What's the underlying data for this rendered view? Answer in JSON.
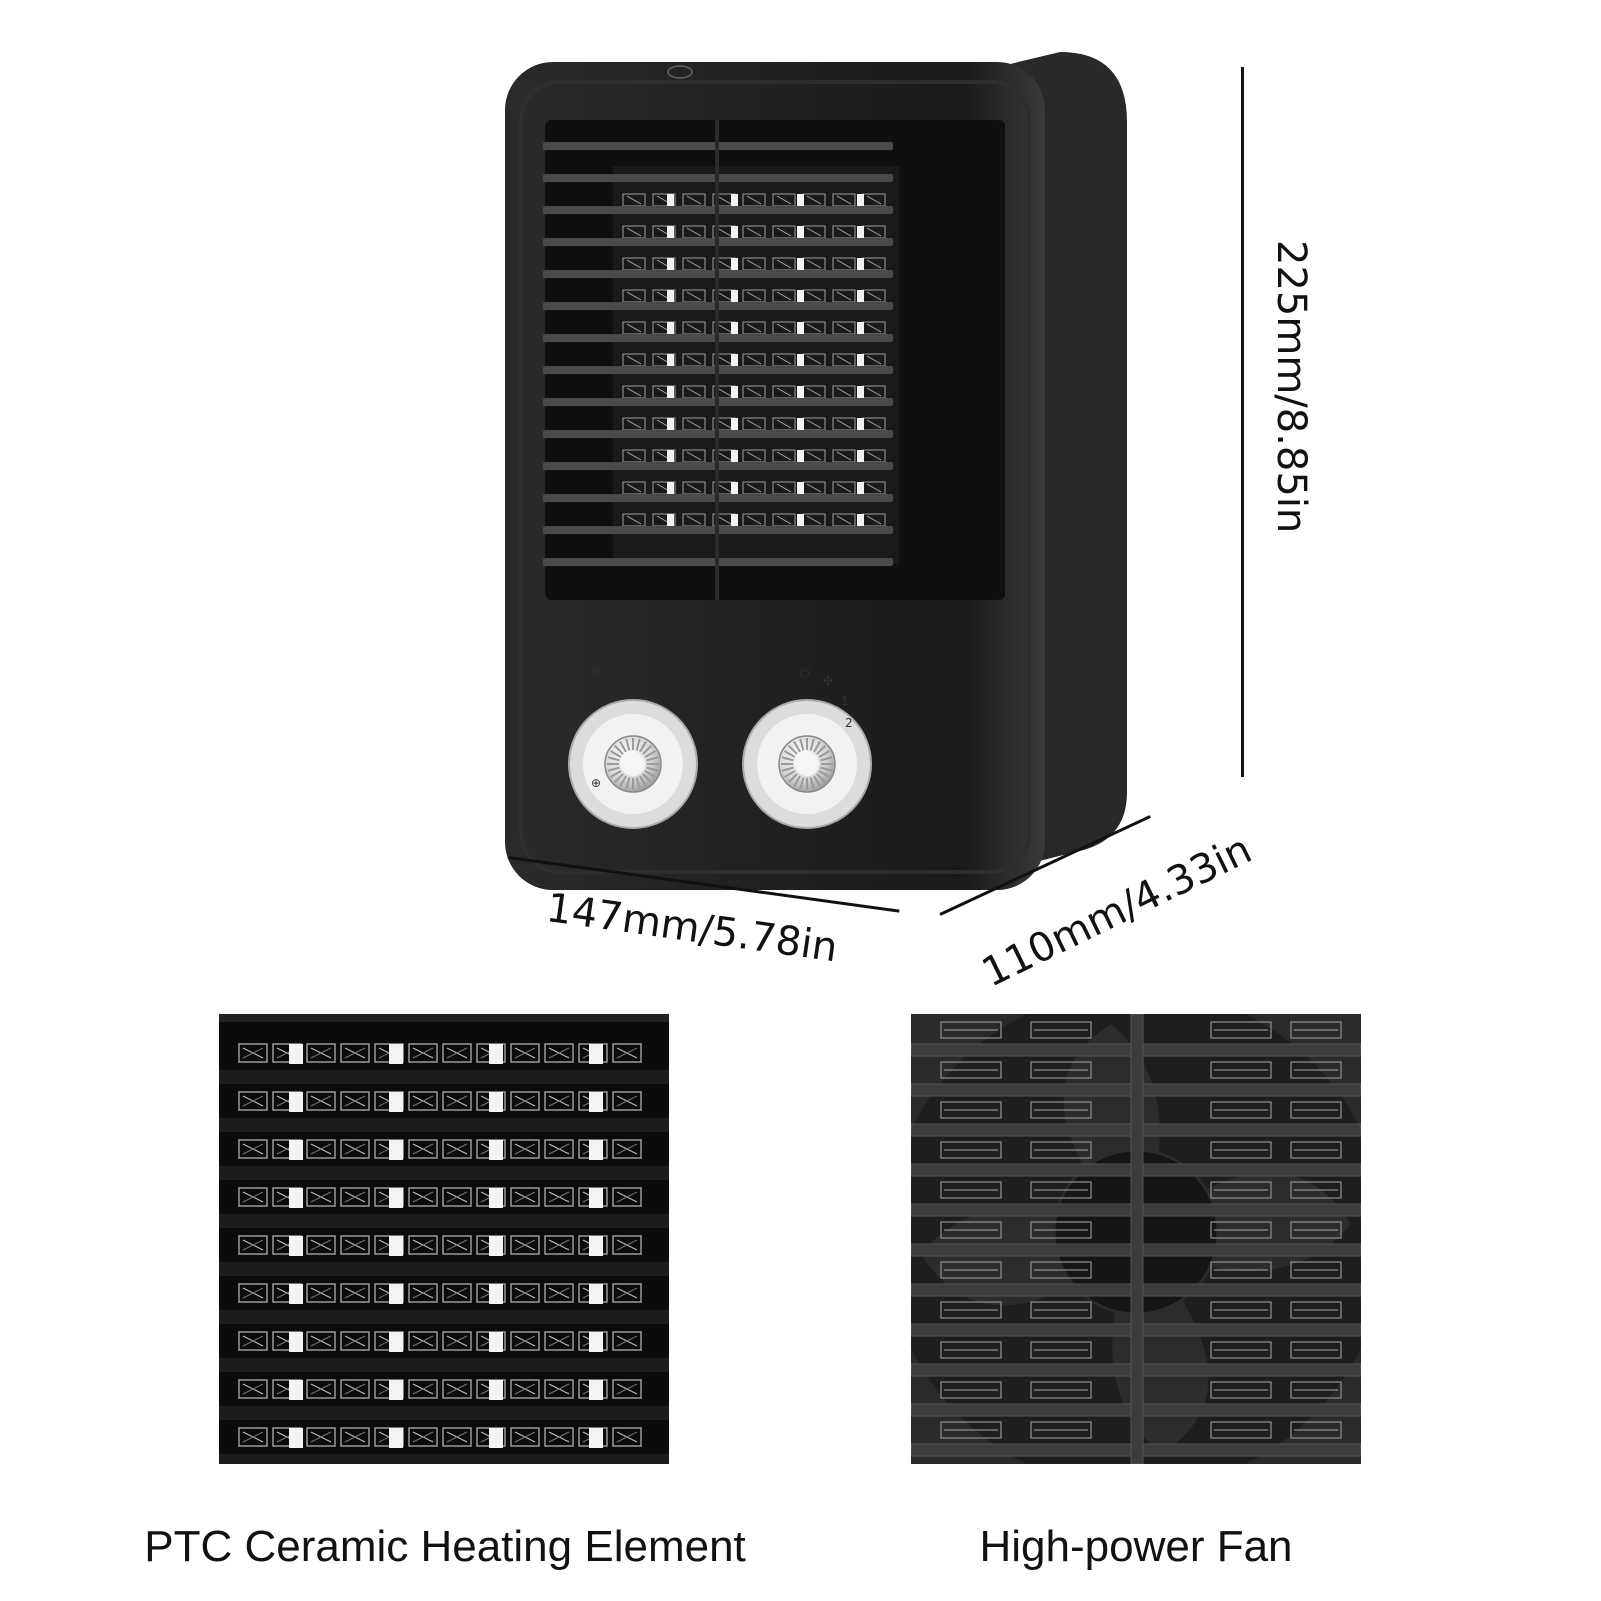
{
  "product": {
    "brand_text": "",
    "knob_left": {
      "top_symbol": "⊖",
      "bottom_symbol": "⊕"
    },
    "knob_right": {
      "top_symbol": "⏻",
      "fan_symbol": "✣",
      "setting_1": "1",
      "setting_2": "2"
    }
  },
  "dimensions": {
    "height": "225mm/8.85in",
    "width": "147mm/5.78in",
    "depth": "110mm/4.33in"
  },
  "details": [
    {
      "caption": "PTC Ceramic Heating Element",
      "icon": "heating-grid-photo"
    },
    {
      "caption": "High-power Fan",
      "icon": "fan-grille-photo"
    }
  ],
  "colors": {
    "body": "#1b1b1d",
    "grille": "#3a3a3c",
    "knob_ring": "#d8d8d8",
    "background": "#ffffff"
  }
}
